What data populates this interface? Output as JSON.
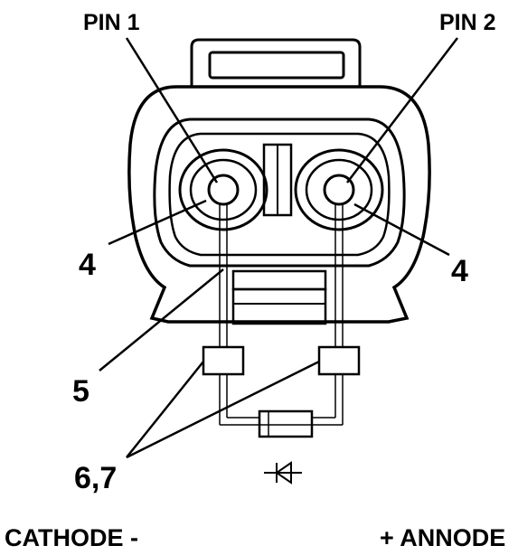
{
  "labels": {
    "pin1": "PIN 1",
    "pin2": "PIN 2",
    "callout_4_left": "4",
    "callout_4_right": "4",
    "callout_5": "5",
    "callout_67": "6,7",
    "cathode": "CATHODE -",
    "anode": "+ ANNODE"
  },
  "icons": {
    "diode_symbol": "diode-icon"
  }
}
